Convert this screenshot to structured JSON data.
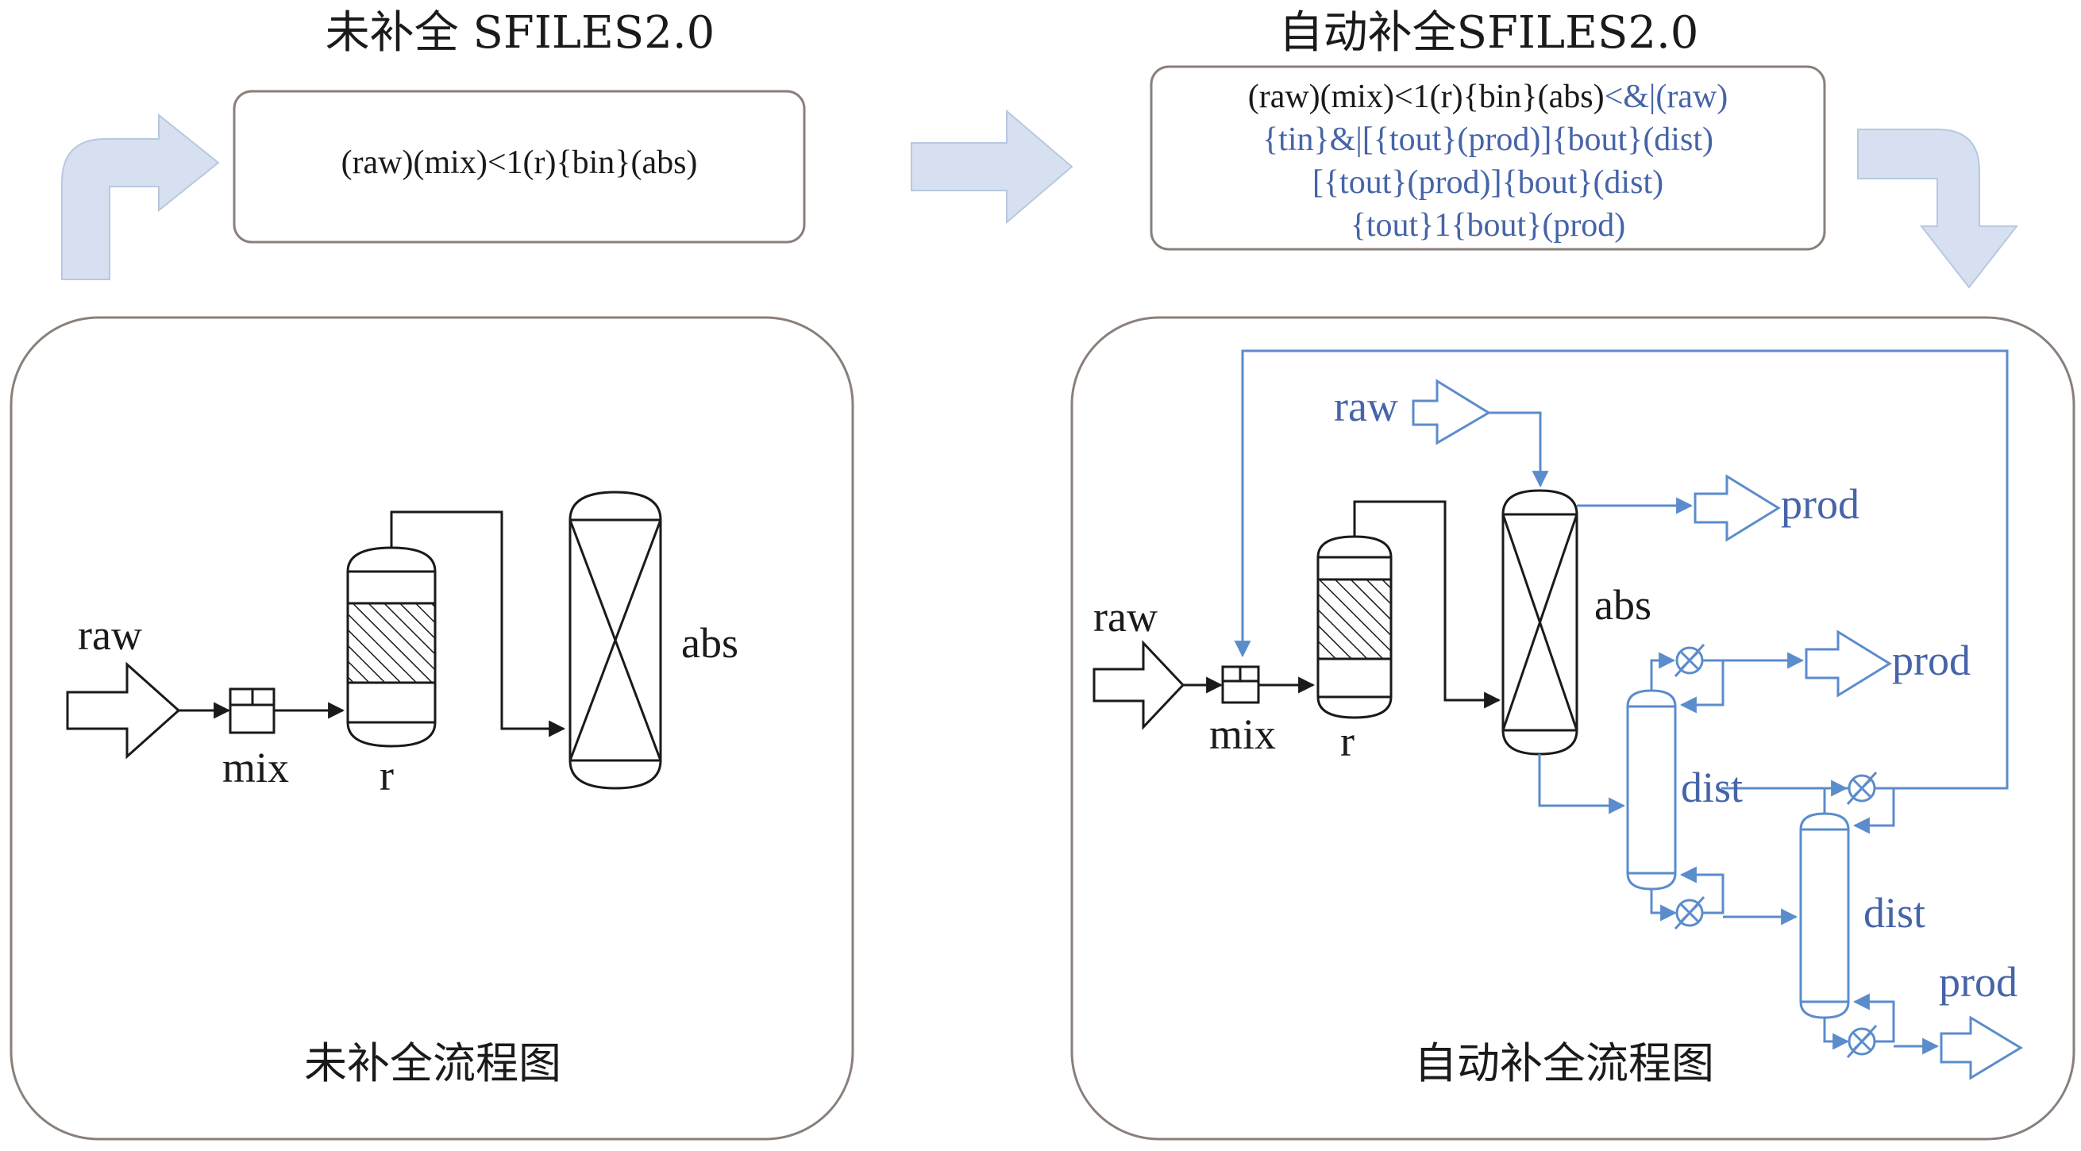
{
  "colors": {
    "black": "#1a1a1a",
    "blue_line": "#5b8ccc",
    "blue_text": "#4664a8",
    "arrow_fill": "#d6e0f0",
    "arrow_stroke": "#b8c8e0",
    "box_border": "#8a7f7a"
  },
  "left": {
    "title": "未补全 SFILES2.0",
    "sfiles": "(raw)(mix)<1(r){bin}(abs)",
    "caption": "未补全流程图",
    "labels": {
      "raw": "raw",
      "mix": "mix",
      "r": "r",
      "abs": "abs"
    }
  },
  "right": {
    "title": "自动补全SFILES2.0",
    "sfiles_lines": [
      {
        "black": "(raw)(mix)<1(r){bin}(abs)",
        "blue": "<&|(raw)"
      },
      {
        "black": "",
        "blue": "{tin}&|[{tout}(prod)]{bout}(dist)"
      },
      {
        "black": "",
        "blue": "[{tout}(prod)]{bout}(dist)"
      },
      {
        "black": "",
        "blue": "{tout}1{bout}(prod)"
      }
    ],
    "caption": "自动补全流程图",
    "labels": {
      "raw": "raw",
      "mix": "mix",
      "r": "r",
      "abs": "abs",
      "raw2": "raw",
      "prod1": "prod",
      "prod2": "prod",
      "prod3": "prod",
      "dist1": "dist",
      "dist2": "dist"
    }
  }
}
